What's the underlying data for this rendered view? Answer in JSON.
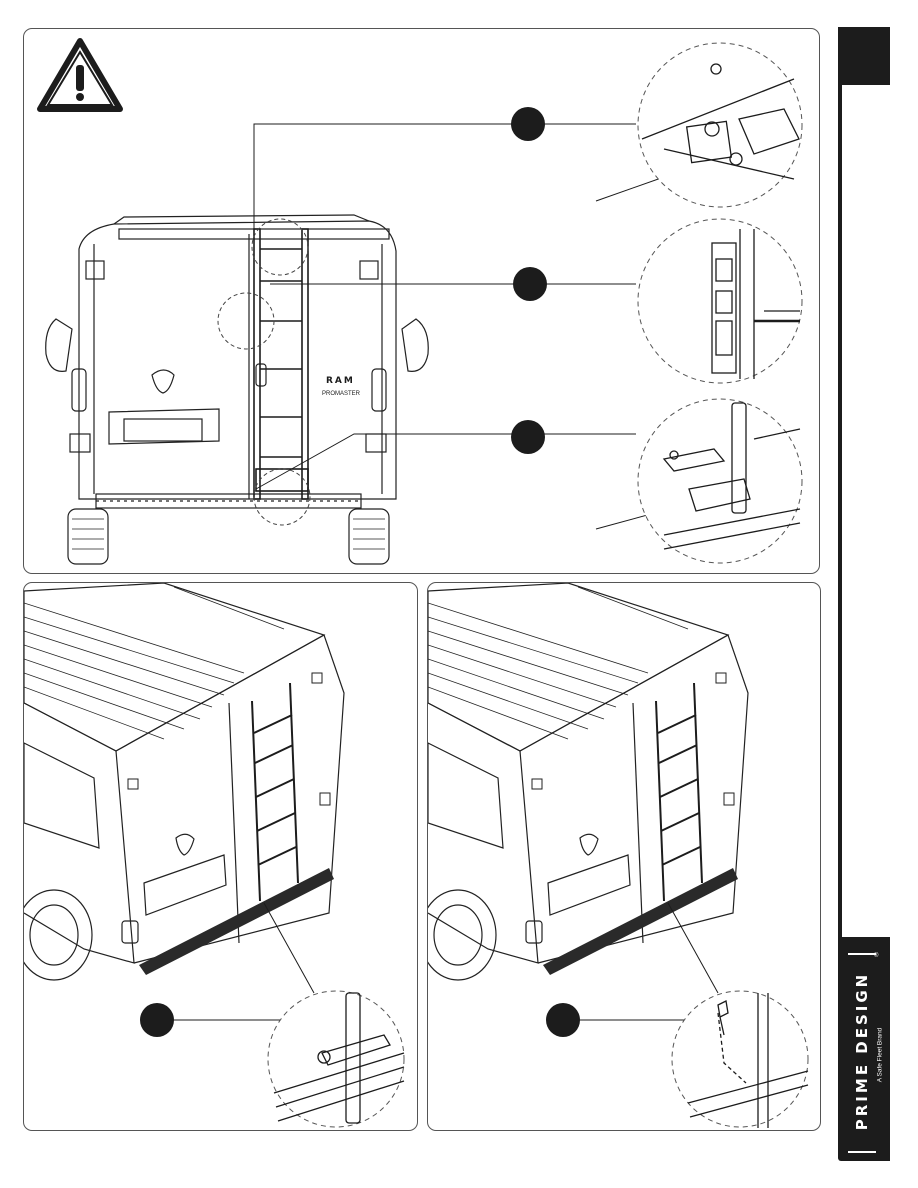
{
  "brand": {
    "name": "PRIME DESIGN",
    "trademark": "®",
    "tagline": "A Safe Fleet Brand"
  },
  "van_badge": "RAM",
  "van_badge_model": "PROMASTER",
  "icons": {
    "warning": "warning-triangle-icon",
    "callout": "callout-marker-icon"
  },
  "colors": {
    "line": "#1c1c1c",
    "tab": "#1c1c1c",
    "border": "#555555"
  }
}
